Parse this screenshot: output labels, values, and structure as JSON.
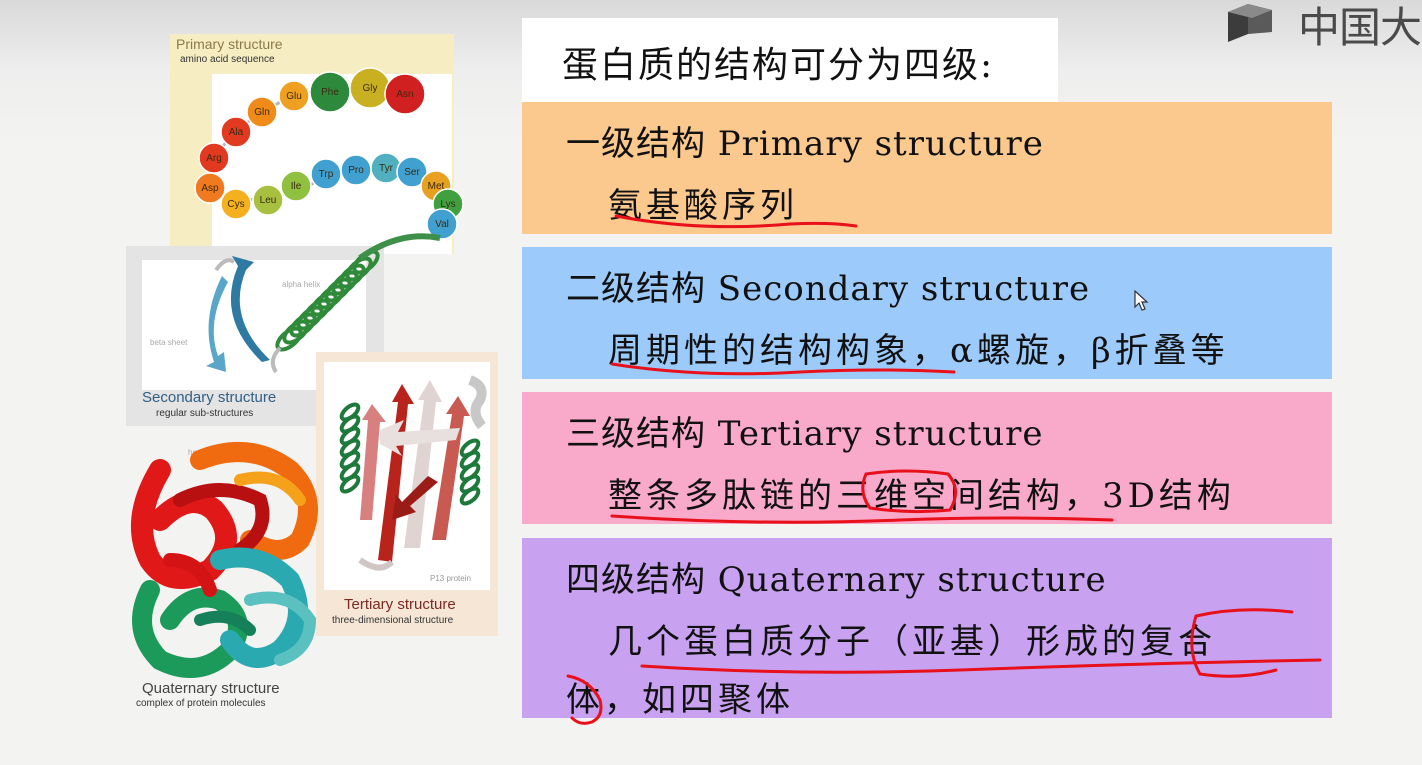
{
  "watermark": {
    "text": "中国大"
  },
  "slide": {
    "title": "蛋白质的结构可分为四级:",
    "levels": [
      {
        "head": "一级结构 Primary structure",
        "desc": "氨基酸序列",
        "color": "#fbc88e"
      },
      {
        "head": "二级结构 Secondary structure",
        "desc": "周期性的结构构象，α螺旋，β折叠等",
        "color": "#9ccafa"
      },
      {
        "head": "三级结构 Tertiary structure",
        "desc": "整条多肽链的三维空间结构，3D结构",
        "color": "#f9a9c9"
      },
      {
        "head": "四级结构 Quaternary structure",
        "desc": "几个蛋白质分子（亚基）形成的复合",
        "desc2": "体，如四聚体",
        "color": "#c8a2f0"
      }
    ]
  },
  "figure": {
    "primary": {
      "title": "Primary structure",
      "subtitle": "amino acid sequence"
    },
    "amino_acids": [
      "Phe",
      "Gly",
      "Asn",
      "Glu",
      "Gln",
      "Ala",
      "Arg",
      "Asp",
      "Cys",
      "Leu",
      "Ile",
      "Trp",
      "Pro",
      "Tyr",
      "Ser",
      "Met",
      "Lys",
      "Val"
    ],
    "secondary": {
      "title": "Secondary structure",
      "subtitle": "regular sub-structures",
      "alpha_label": "alpha helix",
      "beta_label": "beta sheet"
    },
    "tertiary": {
      "title": "Tertiary structure",
      "subtitle": "three-dimensional structure",
      "protein_label": "P13 protein"
    },
    "quaternary": {
      "title": "Quaternary structure",
      "subtitle": "complex of protein molecules",
      "protein_label": "hemoglobin"
    }
  },
  "annotation": {
    "ink_color": "#e8101a"
  },
  "icons": {
    "cursor": "mouse-pointer-icon"
  }
}
